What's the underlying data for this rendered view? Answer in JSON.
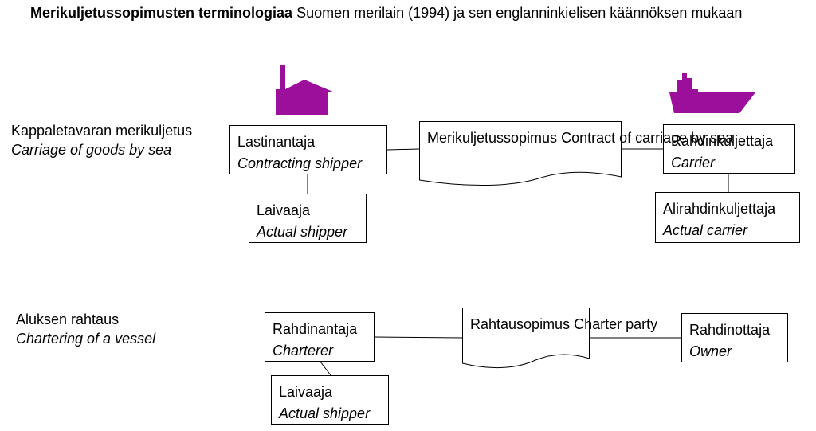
{
  "title": {
    "bold": "Merikuljetussopimusten terminologiaa",
    "rest": " Suomen merilain (1994) ja sen englanninkielisen käännöksen mukaan"
  },
  "colors": {
    "icon": "#9b0f9b",
    "line": "#000000"
  },
  "icons": {
    "factory": "factory-icon",
    "ship": "ship-icon"
  },
  "section1": {
    "label_fi": "Kappaletavaran merikuljetus",
    "label_en": "Carriage of goods by sea",
    "shipper": {
      "fi": "Lastinantaja",
      "en": "Contracting shipper"
    },
    "actual_shipper": {
      "fi": "Laivaaja",
      "en": "Actual shipper"
    },
    "contract": {
      "fi": "Merikuljetussopimus",
      "en": "Contract of carriage by sea"
    },
    "carrier": {
      "fi": "Rahdinkuljettaja",
      "en": "Carrier"
    },
    "actual_carrier": {
      "fi": "Alirahdinkuljettaja",
      "en": "Actual carrier"
    }
  },
  "section2": {
    "label_fi": "Aluksen rahtaus",
    "label_en": "Chartering of a vessel",
    "charterer": {
      "fi": "Rahdinantaja",
      "en": "Charterer"
    },
    "actual_shipper": {
      "fi": "Laivaaja",
      "en": "Actual shipper"
    },
    "contract": {
      "fi": "Rahtausopimus",
      "en": "Charter party"
    },
    "owner": {
      "fi": "Rahdinottaja",
      "en": "Owner"
    }
  }
}
